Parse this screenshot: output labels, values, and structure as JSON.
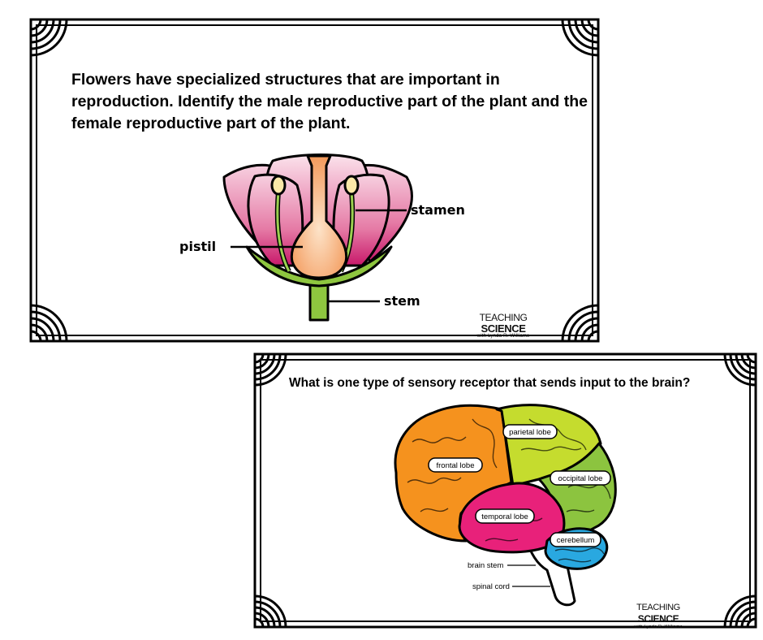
{
  "cards": [
    {
      "question": "Flowers have specialized structures that are important in reproduction. Identify the male reproductive part of the plant and the female reproductive part of the plant.",
      "labels": {
        "stamen": "stamen",
        "pistil": "pistil",
        "stem": "stem"
      },
      "brand": {
        "teaching": "TEACHING",
        "science": "SCIENCE",
        "author": "with Lynda R. Williams"
      }
    },
    {
      "question": "What is one type of sensory receptor that sends input to the brain?",
      "labels": {
        "parietal": "parietal lobe",
        "frontal": "frontal lobe",
        "occipital": "occipital lobe",
        "temporal": "temporal lobe",
        "cerebellum": "cerebellum",
        "brain_stem": "brain stem",
        "spinal_cord": "spinal cord"
      },
      "brand": {
        "teaching": "TEACHING",
        "science": "SCIENCE",
        "author": "with Lynda R. Williams"
      }
    }
  ],
  "colors": {
    "frontal": "#f5921e",
    "parietal": "#c5dc2e",
    "occipital": "#8cc43f",
    "temporal": "#e8217a",
    "cerebellum": "#29a8e0",
    "petal_dark": "#d63a7c",
    "petal_light": "#f7c6d8",
    "stem": "#8ec63f",
    "pistil": "#f5a86b"
  }
}
